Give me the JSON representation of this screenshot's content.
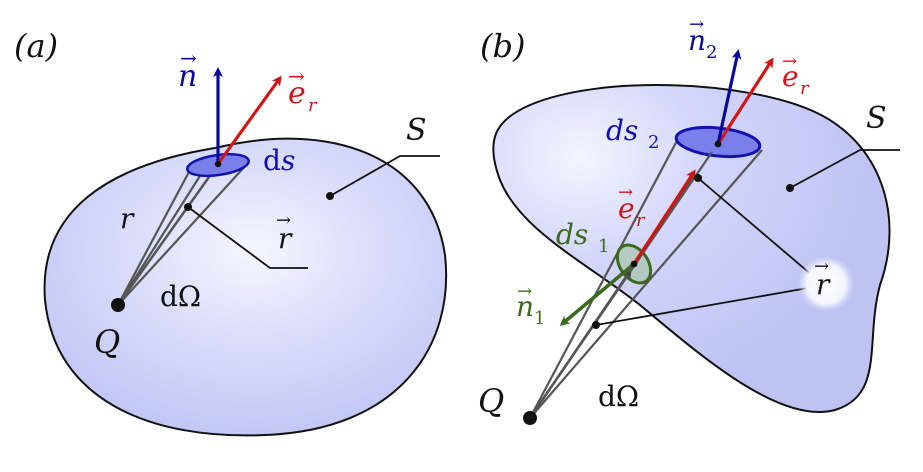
{
  "panels": {
    "a": {
      "panel_label": "(a)",
      "surface_label": "S",
      "normal_label": "n",
      "radial_label_base": "e",
      "radial_label_sub": "r",
      "area_element_label_base": "d",
      "area_element_label_var": "s",
      "distance_label": "r",
      "position_vector_label": "r",
      "solid_angle_label": "dΩ",
      "charge_label": "Q"
    },
    "b": {
      "panel_label": "(b)",
      "surface_label": "S",
      "normal2_label_base": "n",
      "normal2_label_sub": "2",
      "radial_top_label_base": "e",
      "radial_top_label_sub": "r",
      "area2_label_base": "ds",
      "area2_label_sub": "2",
      "radial_mid_label_base": "e",
      "radial_mid_label_sub": "r",
      "area1_label_base": "ds",
      "area1_label_sub": "1",
      "normal1_label_base": "n",
      "normal1_label_sub": "1",
      "position_vector_label": "r",
      "solid_angle_label": "dΩ",
      "charge_label": "Q"
    }
  },
  "colors": {
    "surface_fill": "#c9cdf7",
    "surface_highlight": "#f4f5ff",
    "outline": "#111111",
    "normal_blue": "#0a0a9a",
    "radial_red": "#d01515",
    "inner_green": "#3a6a1e",
    "cone_gray": "#555555",
    "area_fill": "#7a80ea"
  }
}
